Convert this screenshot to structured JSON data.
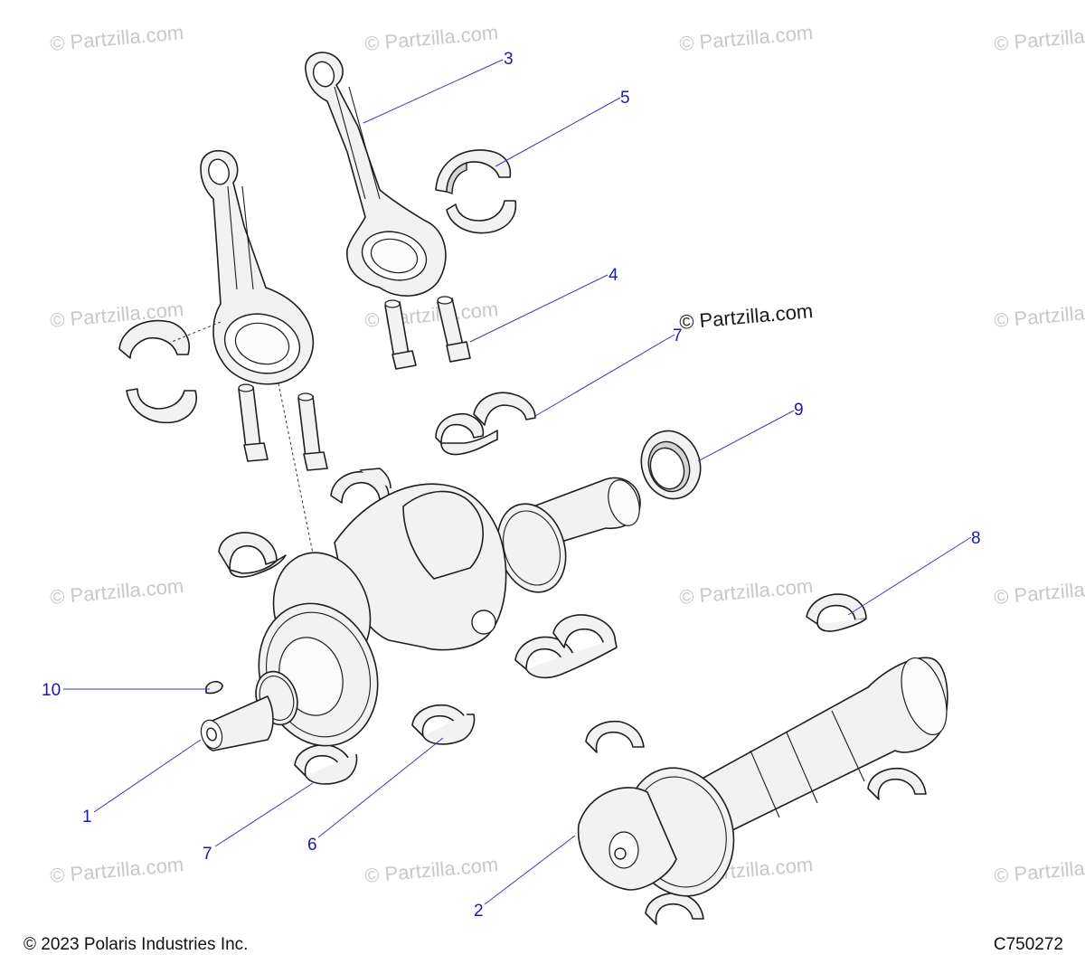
{
  "watermark_text": "© Partzilla.com",
  "main_watermark_text": "© Partzilla.com",
  "footer": {
    "copyright": "© 2023 Polaris Industries Inc.",
    "figure_code": "C750272"
  },
  "callouts": {
    "c1": "1",
    "c2": "2",
    "c3": "3",
    "c4": "4",
    "c5": "5",
    "c6": "6",
    "c7a": "7",
    "c7b": "7",
    "c8": "8",
    "c9": "9",
    "c10": "10"
  },
  "colors": {
    "callout": "#1a1aa8",
    "line_art": "#1e1e1e",
    "watermark": "#c8c8c8"
  }
}
